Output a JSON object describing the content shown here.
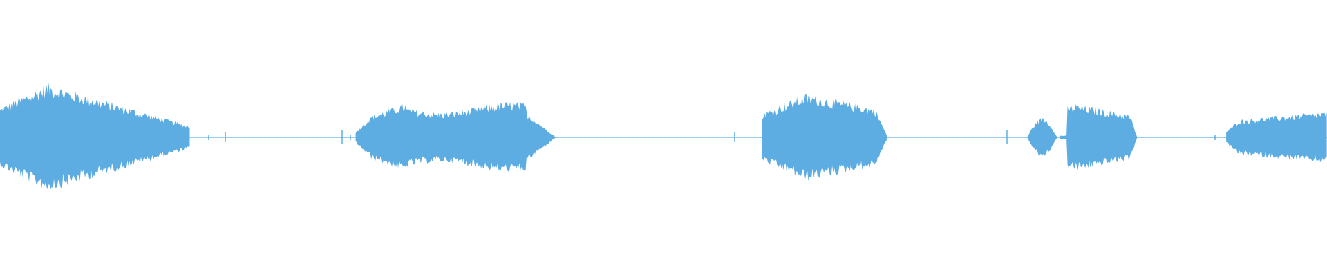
{
  "waveform": {
    "color": "#5DADE2",
    "background": "#FFFFFF",
    "segments": [
      {
        "name": "segment-1",
        "start_ratio": 0.0,
        "end_ratio": 0.143,
        "peak_amp": 0.84,
        "shape": "decay"
      },
      {
        "name": "segment-2",
        "start_ratio": 0.268,
        "end_ratio": 0.419,
        "peak_amp": 0.53,
        "shape": "plateau"
      },
      {
        "name": "segment-3",
        "start_ratio": 0.574,
        "end_ratio": 0.669,
        "peak_amp": 0.68,
        "shape": "swell"
      },
      {
        "name": "segment-4",
        "start_ratio": 0.774,
        "end_ratio": 0.857,
        "peak_amp": 0.55,
        "shape": "double"
      },
      {
        "name": "segment-5",
        "start_ratio": 0.924,
        "end_ratio": 1.0,
        "peak_amp": 0.39,
        "shape": "rise"
      }
    ],
    "baseline_amp": 0.006
  }
}
